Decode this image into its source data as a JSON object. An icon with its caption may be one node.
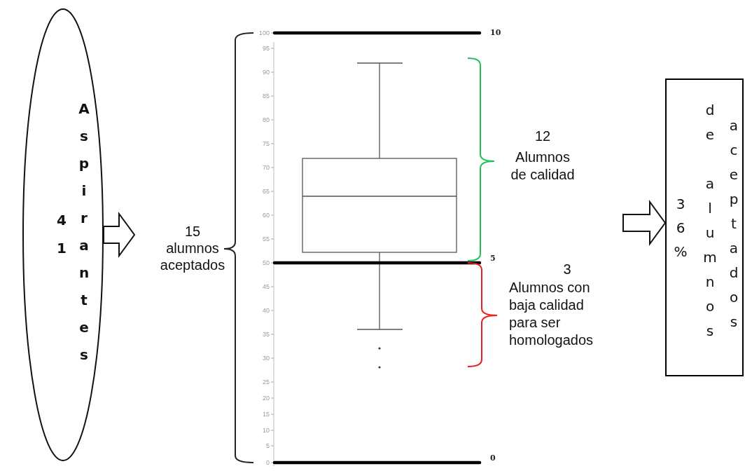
{
  "diagram": {
    "nodes": [
      {
        "text": [
          "41",
          "Aspirantes"
        ]
      },
      {
        "text": [
          "15 alumnos aceptados"
        ]
      },
      {
        "text": [
          "36%",
          "de alumnos",
          "aceptados"
        ]
      }
    ],
    "edges": [
      {
        "from": 0,
        "to": 1,
        "arrow": "to"
      },
      {
        "from": null,
        "to": 2,
        "arrow": "to"
      }
    ],
    "labels": [
      "100",
      "95",
      "90",
      "85",
      "80",
      "75",
      "70",
      "65",
      "60",
      "55",
      "50",
      "45",
      "40",
      "35",
      "30",
      "25",
      "20",
      "15",
      "10",
      "5",
      "0",
      "10",
      "5",
      "0",
      "12",
      "Alumnos de calidad",
      "3",
      "Alumnos con baja calidad para ser homologados"
    ]
  }
}
